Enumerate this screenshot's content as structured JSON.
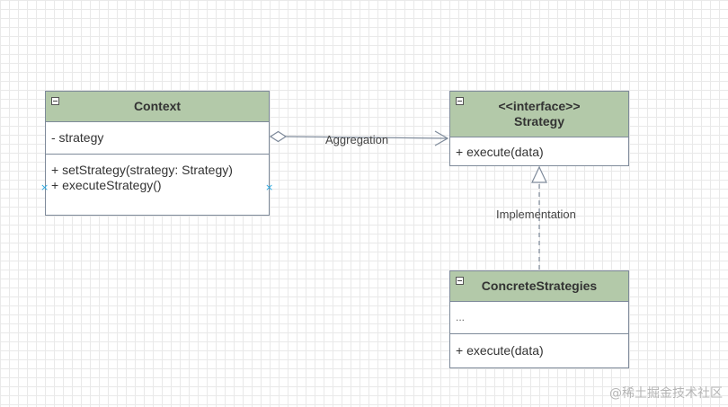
{
  "diagram": {
    "classes": {
      "context": {
        "name": "Context",
        "attributes": [
          "- strategy"
        ],
        "methods": [
          "+ setStrategy(strategy: Strategy)",
          "+ executeStrategy()"
        ]
      },
      "strategy": {
        "stereotype": "<<interface>>",
        "name": "Strategy",
        "methods": [
          "+ execute(data)"
        ]
      },
      "concrete": {
        "name": "ConcreteStrategies",
        "attributes": [
          "..."
        ],
        "methods": [
          "+ execute(data)"
        ]
      }
    },
    "relations": {
      "aggregation_label": "Aggregation",
      "implementation_label": "Implementation"
    },
    "watermark": "@稀土掘金技术社区",
    "colors": {
      "header_fill": "#b3c9a9",
      "border": "#7e8a9a",
      "grid_line": "#e9e9e9",
      "selection_handle": "#29a8e0"
    }
  }
}
